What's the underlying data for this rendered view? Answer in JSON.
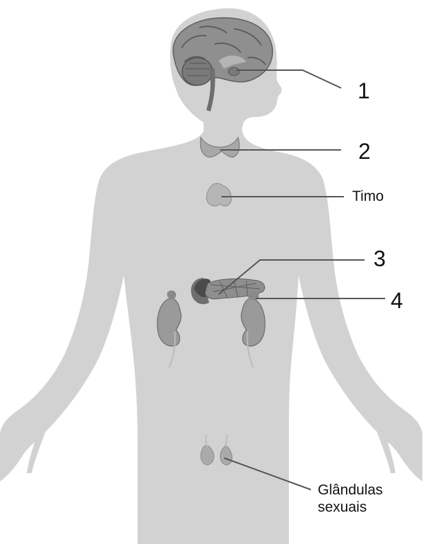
{
  "labels": {
    "l1": "1",
    "l2": "2",
    "timo": "Timo",
    "l3": "3",
    "l4": "4",
    "sexual_line1": "Glândulas",
    "sexual_line2": "sexuais"
  },
  "colors": {
    "body": "#d2d2d2",
    "organ": "#9a9a9a",
    "organ_dark": "#6e6e6e",
    "line": "#555555",
    "text": "#111111"
  }
}
